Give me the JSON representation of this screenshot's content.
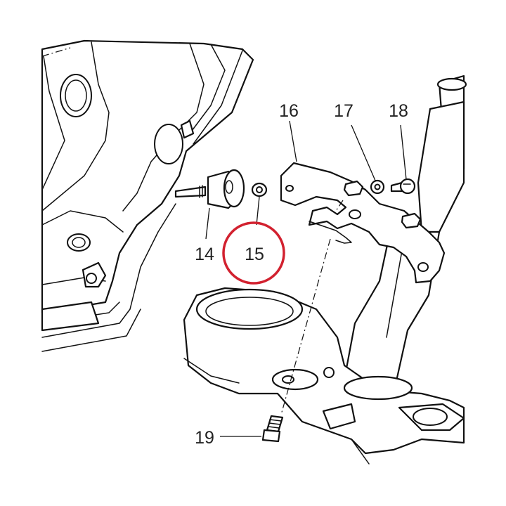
{
  "callouts": [
    {
      "id": "14",
      "label": "14"
    },
    {
      "id": "15",
      "label": "15"
    },
    {
      "id": "16",
      "label": "16"
    },
    {
      "id": "17",
      "label": "17"
    },
    {
      "id": "18",
      "label": "18"
    },
    {
      "id": "19",
      "label": "19"
    }
  ],
  "highlight": {
    "part": "15",
    "color": "#d2212f"
  }
}
